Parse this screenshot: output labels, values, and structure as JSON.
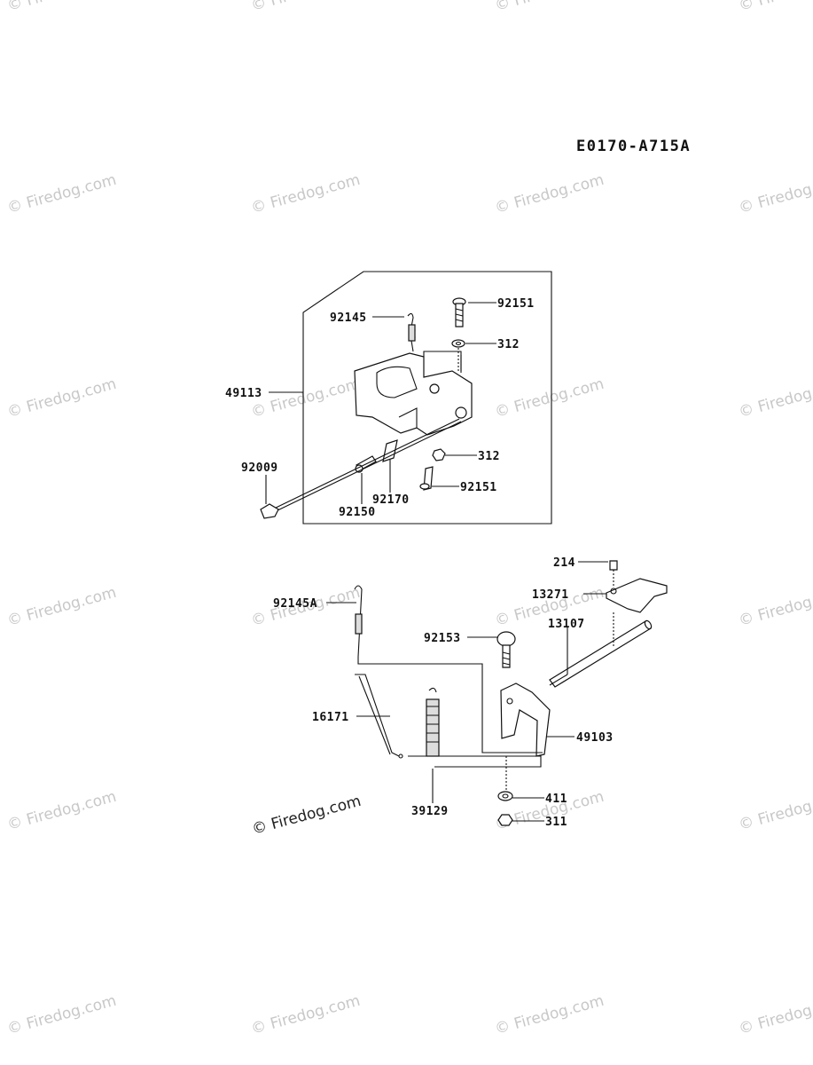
{
  "diagram_code": "E0170-A715A",
  "watermark": "© Firedog.com",
  "colors": {
    "ink": "#111111",
    "watermark": "#c8c8c8"
  },
  "labels": {
    "p92145": "92145",
    "p92151_top": "92151",
    "p312_top": "312",
    "p49113": "49113",
    "p312_mid": "312",
    "p92009": "92009",
    "p92170": "92170",
    "p92151_mid": "92151",
    "p92150": "92150",
    "p214": "214",
    "p13271": "13271",
    "p92145A": "92145A",
    "p13107": "13107",
    "p92153": "92153",
    "p16171": "16171",
    "p49103": "49103",
    "p411": "411",
    "p39129": "39129",
    "p311": "311"
  }
}
